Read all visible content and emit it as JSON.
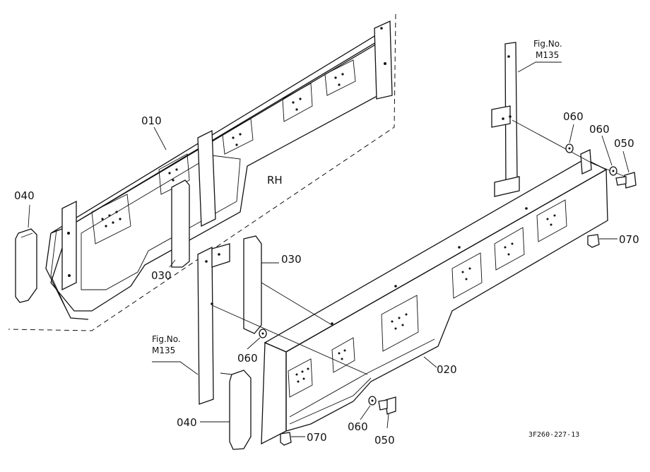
{
  "parts": {
    "p010": "010",
    "p020": "020",
    "p030_left": "030",
    "p030_center": "030",
    "p040_left": "040",
    "p040_bottom": "040",
    "p050_right": "050",
    "p050_bottom": "050",
    "p060_right1": "060",
    "p060_right2": "060",
    "p060_center": "060",
    "p060_bottom": "060",
    "p070_right": "070",
    "p070_bottom": "070"
  },
  "side_label": "RH",
  "fig_refs": {
    "top": {
      "line1": "Fig.No.",
      "line2": "M135"
    },
    "left": {
      "line1": "Fig.No.",
      "line2": "M135"
    }
  },
  "drawing_code": "3F260-227-13"
}
